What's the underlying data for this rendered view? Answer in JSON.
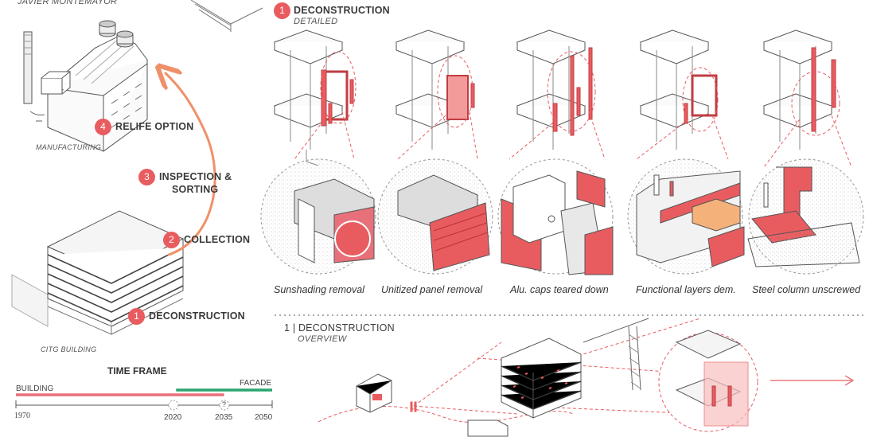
{
  "author": "JAVIER MONTEMAYOR",
  "top_section": {
    "number": "1",
    "title": "DECONSTRUCTION",
    "subtitle": "DETAILED"
  },
  "steps": [
    {
      "number": "4",
      "label": "RELIFE OPTION"
    },
    {
      "number": "3",
      "label_line1": "INSPECTION &",
      "label_line2": "SORTING"
    },
    {
      "number": "2",
      "label": "COLLECTION"
    },
    {
      "number": "1",
      "label": "DECONSTRUCTION"
    }
  ],
  "buildings": {
    "manufacturing": "MANUFACTURING",
    "citg": "CITG BUILDING"
  },
  "captions": [
    "Sunshading removal",
    "Unitized panel removal",
    "Alu. caps teared down",
    "Functional layers dem.",
    "Steel column unscrewed"
  ],
  "overview": {
    "title": "1 | DECONSTRUCTION",
    "subtitle": "OVERVIEW"
  },
  "time_frame": {
    "title": "TIME FRAME",
    "building_label": "BUILDING",
    "facade_label": "FACADE",
    "ticks": [
      "1970",
      "2020",
      "2035",
      "2050"
    ],
    "question_mark": "?",
    "building_color": "#e8707a",
    "facade_color": "#2aa571",
    "building_range": [
      1970,
      2035
    ],
    "facade_range": [
      2020,
      2050
    ]
  },
  "colors": {
    "accent": "#e85c60",
    "accent_light": "#f3a4a0",
    "arrow": "#f0906a"
  }
}
